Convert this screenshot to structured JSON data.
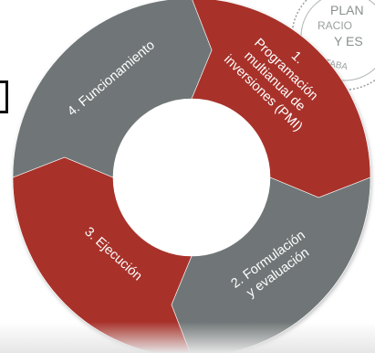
{
  "diagram": {
    "segments": [
      {
        "id": "pmi",
        "lines": [
          "1.",
          "Programación",
          "multianual  de",
          "inversiones (PMI)"
        ],
        "color": "#a8322c"
      },
      {
        "id": "formulacion",
        "lines": [
          "2. Formulación",
          "y evaluación"
        ],
        "color": "#6f7677"
      },
      {
        "id": "ejecucion",
        "lines": [
          "3. Ejecución"
        ],
        "color": "#a8322c"
      },
      {
        "id": "funcionamiento",
        "lines": [
          "4. Funcionamiento"
        ],
        "color": "#6f7677"
      }
    ],
    "text_color": "#ffffff"
  },
  "stamp": {
    "lines": [
      "PLAN",
      "RACIO",
      "Y ES",
      "OTABA"
    ],
    "color": "#8a8f8f"
  }
}
